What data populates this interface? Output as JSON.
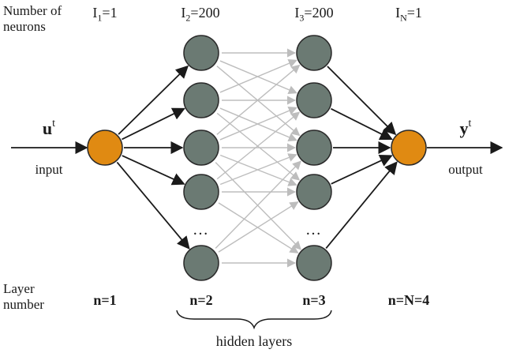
{
  "header": {
    "neurons_label": [
      "Number of",
      "neurons"
    ],
    "layer_label": [
      "Layer",
      "number"
    ]
  },
  "layers": [
    {
      "id": "n1",
      "label": "n=1",
      "count_var": "I",
      "count_sub": "1",
      "count_val": "=1"
    },
    {
      "id": "n2",
      "label": "n=2",
      "count_var": "I",
      "count_sub": "2",
      "count_val": "=200"
    },
    {
      "id": "n3",
      "label": "n=3",
      "count_var": "I",
      "count_sub": "3",
      "count_val": "=200"
    },
    {
      "id": "n4",
      "label": "n=N=4",
      "count_var": "I",
      "count_sub": "N",
      "count_val": "=1"
    }
  ],
  "signals": {
    "input_symbol": "u",
    "input_sup": "t",
    "input_label": "input",
    "output_symbol": "y",
    "output_sup": "t",
    "output_label": "output"
  },
  "ellipsis": "…",
  "brace_label": "hidden layers",
  "colors": {
    "io_node": "#e08a12",
    "hidden_node": "#6b7a73",
    "node_stroke": "#2a2a2a",
    "strong_arrow": "#1a1a1a",
    "faint_arrow": "#bdbdbd"
  }
}
